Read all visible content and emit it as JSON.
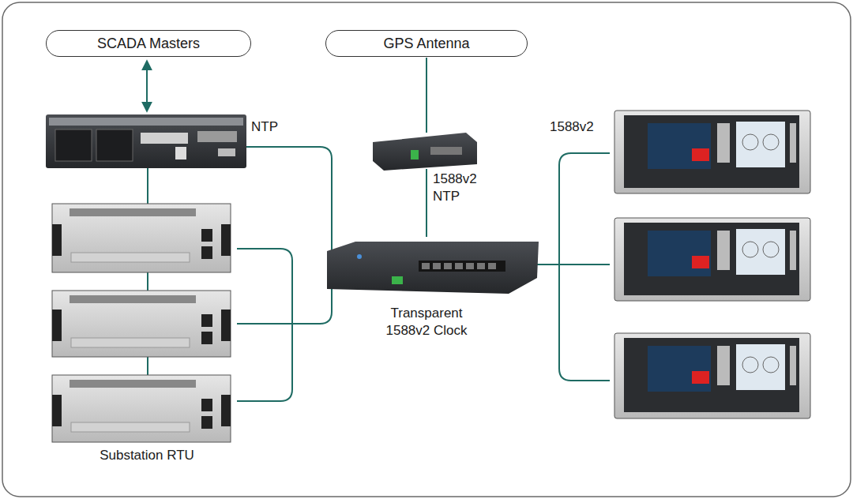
{
  "diagram": {
    "nodes": [
      {
        "text": [
          "SCADA Masters"
        ]
      },
      {
        "text": [
          "GPS Antenna"
        ]
      }
    ],
    "labels": [
      "NTP",
      "1588v2 NTP",
      "1588v2",
      "Transparent 1588v2 Clock",
      "Substation RTU"
    ]
  }
}
